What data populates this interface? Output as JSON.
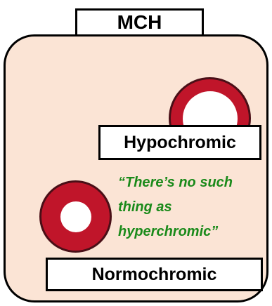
{
  "title": "MCH",
  "labels": {
    "hypochromic": "Hypochromic",
    "normochromic": "Normochromic"
  },
  "quote_lines": [
    "“There’s no such",
    "thing as",
    "hyperchromic”"
  ],
  "colors": {
    "panel_fill": "#fbe4d5",
    "cell_red": "#c0152a",
    "quote_green": "#1a8a1a"
  }
}
